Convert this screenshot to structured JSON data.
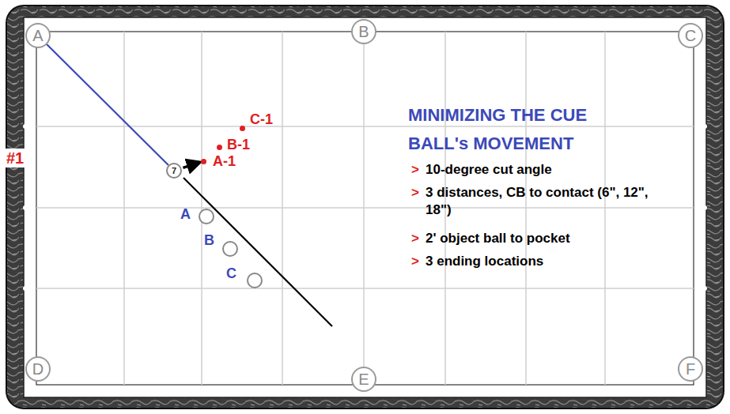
{
  "diagram": {
    "title": "MINIMIZING THE CUE BALL's MOVEMENT",
    "nodes": [
      {
        "text": [
          "A"
        ]
      },
      {
        "text": [
          "B"
        ]
      },
      {
        "text": [
          "C"
        ]
      },
      {
        "text": [
          "C-1"
        ]
      },
      {
        "text": [
          "B-1"
        ]
      },
      {
        "text": [
          "7"
        ]
      },
      {
        "text": [
          "A-1"
        ]
      },
      {
        "text": [
          "A"
        ]
      },
      {
        "text": [
          "B"
        ]
      },
      {
        "text": [
          "C"
        ]
      },
      {
        "text": [
          "D"
        ]
      },
      {
        "text": [
          "E"
        ]
      },
      {
        "text": [
          "F"
        ]
      }
    ],
    "edges": [
      {
        "from": 0,
        "to": 5,
        "arrow": "none"
      },
      {
        "from": 5,
        "to": 6,
        "arrow": "to"
      }
    ],
    "labels": [
      "#1",
      ">",
      "10-degree cut angle",
      ">",
      "3 distances, CB to contact (6\", 12\", 18\")",
      ">",
      "2' object ball to pocket",
      ">",
      "3 ending locations"
    ]
  }
}
